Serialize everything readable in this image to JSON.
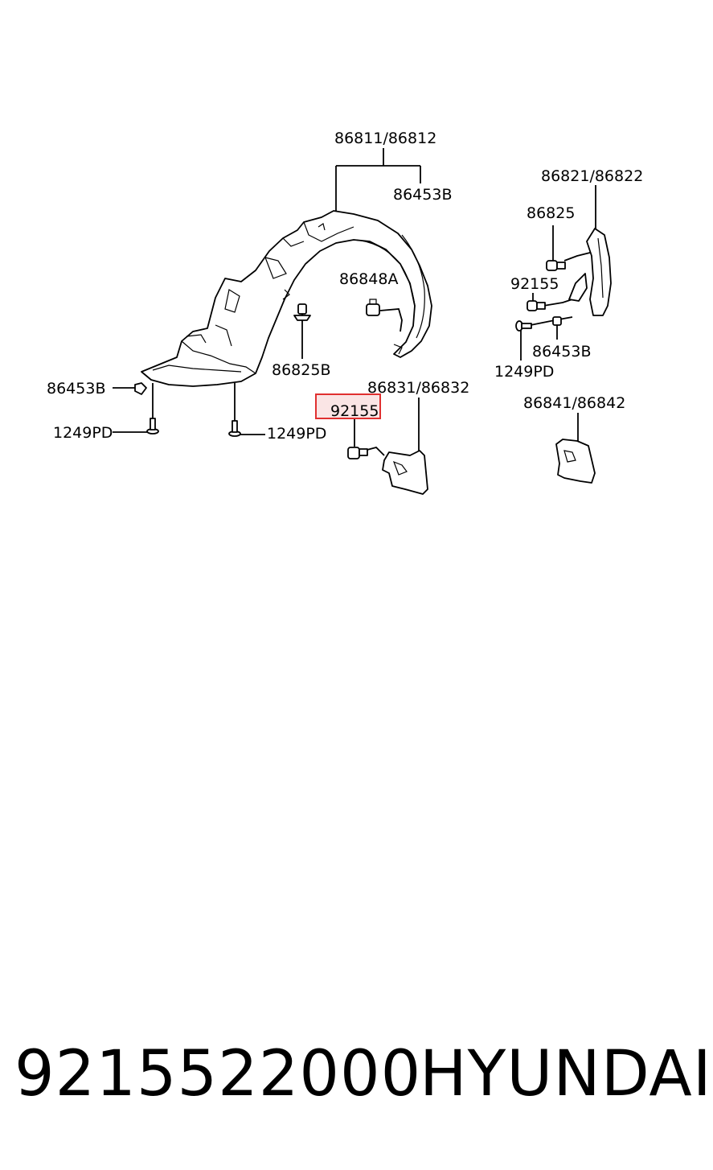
{
  "labels": {
    "l_86811": "86811/86812",
    "l_86453b_top": "86453B",
    "l_86848a": "86848A",
    "l_86825b": "86825B",
    "l_86453b_left": "86453B",
    "l_1249pd_left": "1249PD",
    "l_1249pd_mid": "1249PD",
    "l_92155_hl": "92155",
    "l_86831": "86831/86832",
    "l_86821": "86821/86822",
    "l_86825": "86825",
    "l_92155_right": "92155",
    "l_1249pd_right": "1249PD",
    "l_86453b_right": "86453B",
    "l_86841": "86841/86842"
  },
  "highlight": {
    "part": "92155",
    "color": "#e03030"
  },
  "footer": {
    "part_number": "9215522000",
    "brand": "HYUNDAI"
  }
}
